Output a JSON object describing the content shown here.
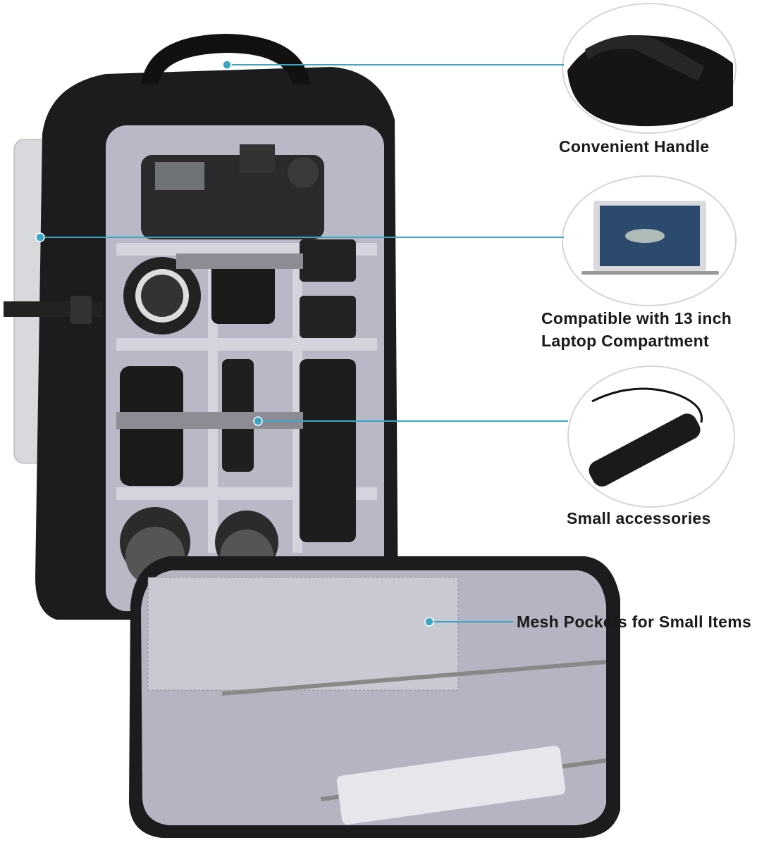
{
  "colors": {
    "callout_line": "#3aa6c4",
    "bag": "#1c1c1e",
    "lining": "#b9b8c6",
    "laptop_screen": "#2b4a6e"
  },
  "callouts": [
    {
      "label": "Convenient Handle",
      "icon": "handle-closeup-icon"
    },
    {
      "label": "Compatible with 13 inch",
      "label2": "Laptop Compartment",
      "icon": "laptop-icon"
    },
    {
      "label": "Small accessories",
      "icon": "remote-shutter-icon"
    },
    {
      "label": "Mesh Pockets for Small Items"
    }
  ]
}
